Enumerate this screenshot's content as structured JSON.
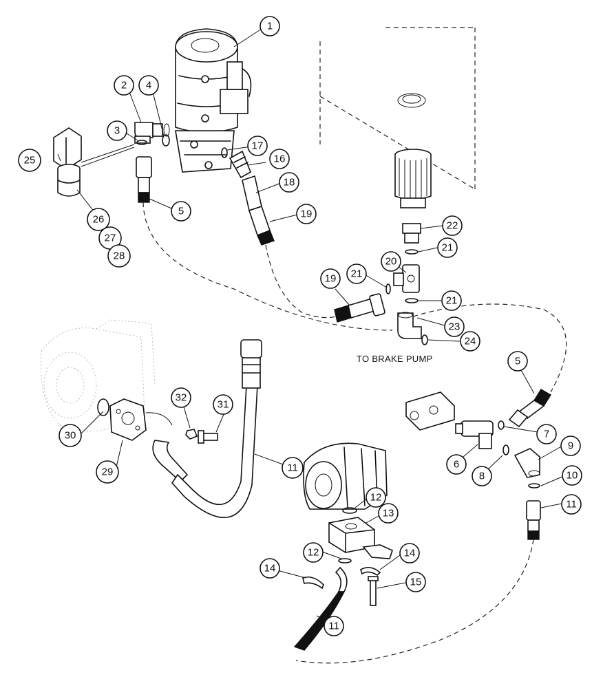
{
  "balloons": [
    "1",
    "2",
    "3",
    "4",
    "5",
    "5",
    "6",
    "7",
    "8",
    "9",
    "10",
    "11",
    "11",
    "11",
    "12",
    "12",
    "13",
    "14",
    "14",
    "15",
    "16",
    "17",
    "18",
    "19",
    "19",
    "20",
    "21",
    "21",
    "21",
    "22",
    "23",
    "24",
    "25",
    "26",
    "27",
    "28",
    "29",
    "30",
    "31",
    "32"
  ],
  "annotations": {
    "to_brake_pump": "TO BRAKE PUMP"
  }
}
